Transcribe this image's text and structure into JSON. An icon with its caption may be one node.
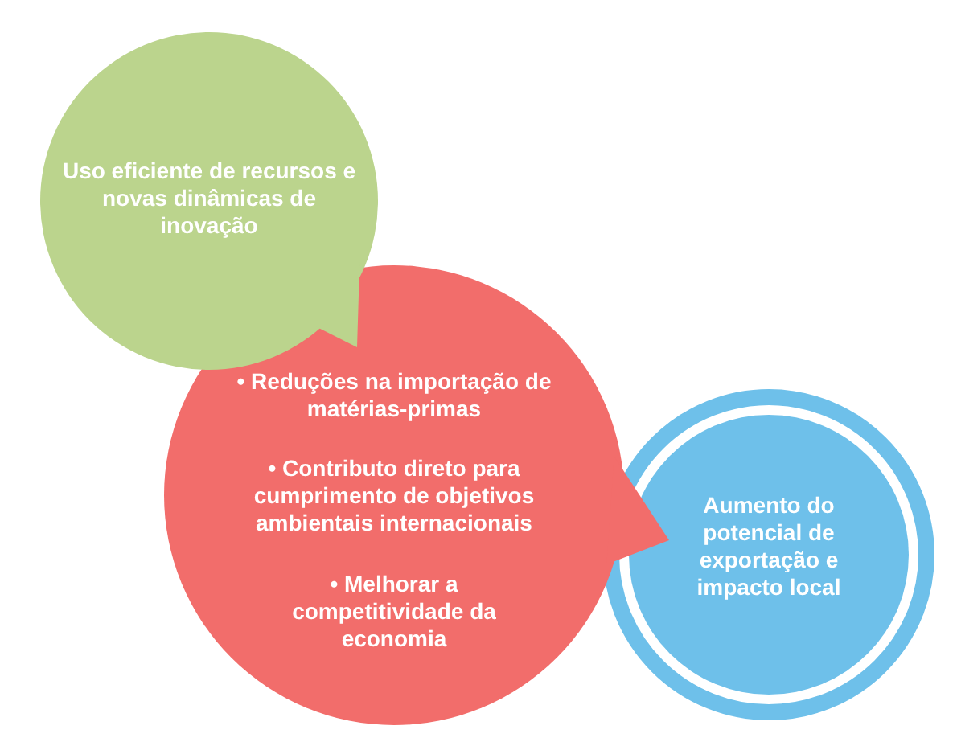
{
  "diagram": {
    "nodes": [
      {
        "text": [
          "Uso eficiente de recursos e novas dinâmicas de inovação"
        ]
      },
      {
        "text": [
          "• Reduções na importação de matérias-primas",
          "• Contributo direto para cumprimento de objetivos ambientais internacionais",
          "• Melhorar a competitividade da economia"
        ]
      },
      {
        "text": [
          "Aumento do potencial de exportação e impacto local"
        ]
      }
    ]
  }
}
